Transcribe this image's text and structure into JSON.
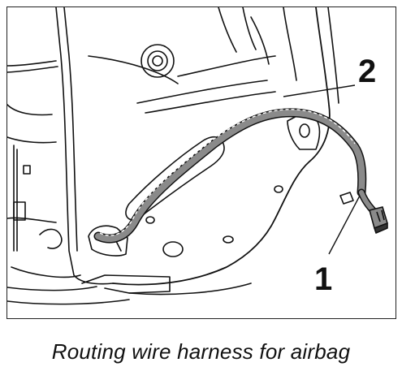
{
  "callouts": [
    {
      "id": "1",
      "label": "1"
    },
    {
      "id": "2",
      "label": "2"
    }
  ],
  "caption": "Routing wire harness for airbag",
  "colors": {
    "line": "#111111",
    "harness_fill": "#8a8a8a",
    "background": "#ffffff"
  }
}
